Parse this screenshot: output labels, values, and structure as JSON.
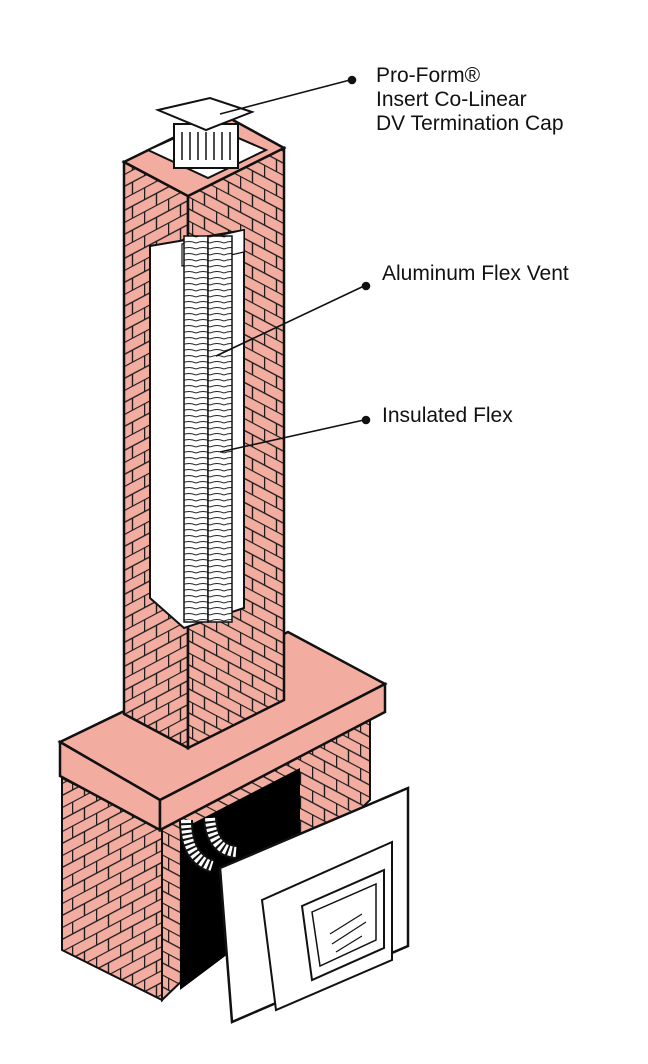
{
  "colors": {
    "brick": "#f3ada0",
    "mortar_line": "#1a1a1a",
    "background": "#ffffff",
    "opening": "#000000"
  },
  "callouts": {
    "cap": {
      "line1": "Pro-Form®",
      "line2": "Insert Co-Linear",
      "line3": "DV Termination Cap"
    },
    "aluminum_flex": {
      "label": "Aluminum Flex Vent"
    },
    "insulated_flex": {
      "label": "Insulated Flex"
    }
  }
}
